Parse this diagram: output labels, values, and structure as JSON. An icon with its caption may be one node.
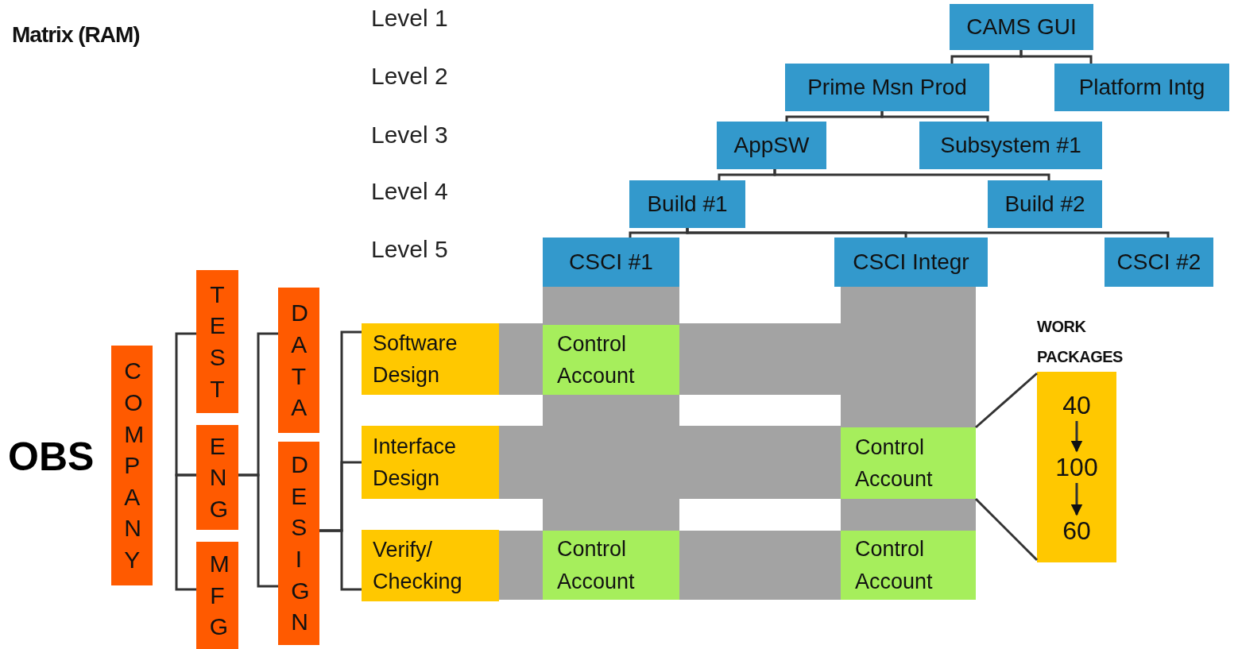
{
  "diagram": {
    "nodes": [
      {
        "text": [
          "CAMS GUI"
        ]
      },
      {
        "text": [
          "Prime Msn Prod"
        ]
      },
      {
        "text": [
          "Platform Intg"
        ]
      },
      {
        "text": [
          "AppSW"
        ]
      },
      {
        "text": [
          "Subsystem #1"
        ]
      },
      {
        "text": [
          "Build #1"
        ]
      },
      {
        "text": [
          "Build #2"
        ]
      },
      {
        "text": [
          "CSCI #1"
        ]
      },
      {
        "text": [
          "CSCI Integr"
        ]
      },
      {
        "text": [
          "CSCI #2"
        ]
      },
      {
        "text": [
          "COMPANY"
        ]
      },
      {
        "text": [
          "TEST"
        ]
      },
      {
        "text": [
          "ENG"
        ]
      },
      {
        "text": [
          "MFG"
        ]
      },
      {
        "text": [
          "DATA"
        ]
      },
      {
        "text": [
          "DESIGN"
        ]
      },
      {
        "text": [
          "Software Design"
        ]
      },
      {
        "text": [
          "Interface Design"
        ]
      },
      {
        "text": [
          "Verify/ Checking"
        ]
      },
      {
        "text": [
          "Control Account"
        ]
      },
      {
        "text": [
          "Control Account"
        ]
      },
      {
        "text": [
          "Control Account"
        ]
      },
      {
        "text": [
          "Control Account"
        ]
      },
      {
        "text": [
          "WORK PACKAGES"
        ]
      },
      {
        "text": [
          "40"
        ],
        "in": 23
      },
      {
        "text": [
          "100"
        ],
        "in": 23
      },
      {
        "text": [
          "60"
        ],
        "in": 23
      }
    ],
    "edges": [
      {
        "from": 0,
        "to": 1,
        "arrow": "none"
      },
      {
        "from": 0,
        "to": 2,
        "arrow": "none"
      },
      {
        "from": 1,
        "to": 3,
        "arrow": "none"
      },
      {
        "from": 1,
        "to": 4,
        "arrow": "none"
      },
      {
        "from": 3,
        "to": 5,
        "arrow": "none"
      },
      {
        "from": 3,
        "to": 6,
        "arrow": "none"
      },
      {
        "from": 5,
        "to": 7,
        "arrow": "none"
      },
      {
        "from": 5,
        "to": 8,
        "arrow": "none"
      },
      {
        "from": 5,
        "to": 9,
        "arrow": "none"
      },
      {
        "from": 11,
        "to": 12,
        "arrow": "none"
      },
      {
        "from": 12,
        "to": 13,
        "arrow": "none"
      },
      {
        "from": 12,
        "to": 14,
        "arrow": "none"
      },
      {
        "from": 12,
        "to": 15,
        "arrow": "none"
      },
      {
        "from": 15,
        "to": 16,
        "arrow": "none"
      },
      {
        "from": 15,
        "to": 17,
        "arrow": "none"
      },
      {
        "from": 15,
        "to": 18,
        "arrow": "none"
      },
      {
        "from": 20,
        "to": 23,
        "arrow": "none"
      },
      {
        "from": 20,
        "to": 23,
        "arrow": "none"
      },
      {
        "from": 24,
        "to": 25,
        "arrow": "to"
      },
      {
        "from": 25,
        "to": 26,
        "arrow": "to"
      }
    ],
    "labels": [
      "Matrix (RAM)",
      "Level 1",
      "Level 2",
      "Level 3",
      "Level 4",
      "Level 5",
      "OBS"
    ]
  }
}
